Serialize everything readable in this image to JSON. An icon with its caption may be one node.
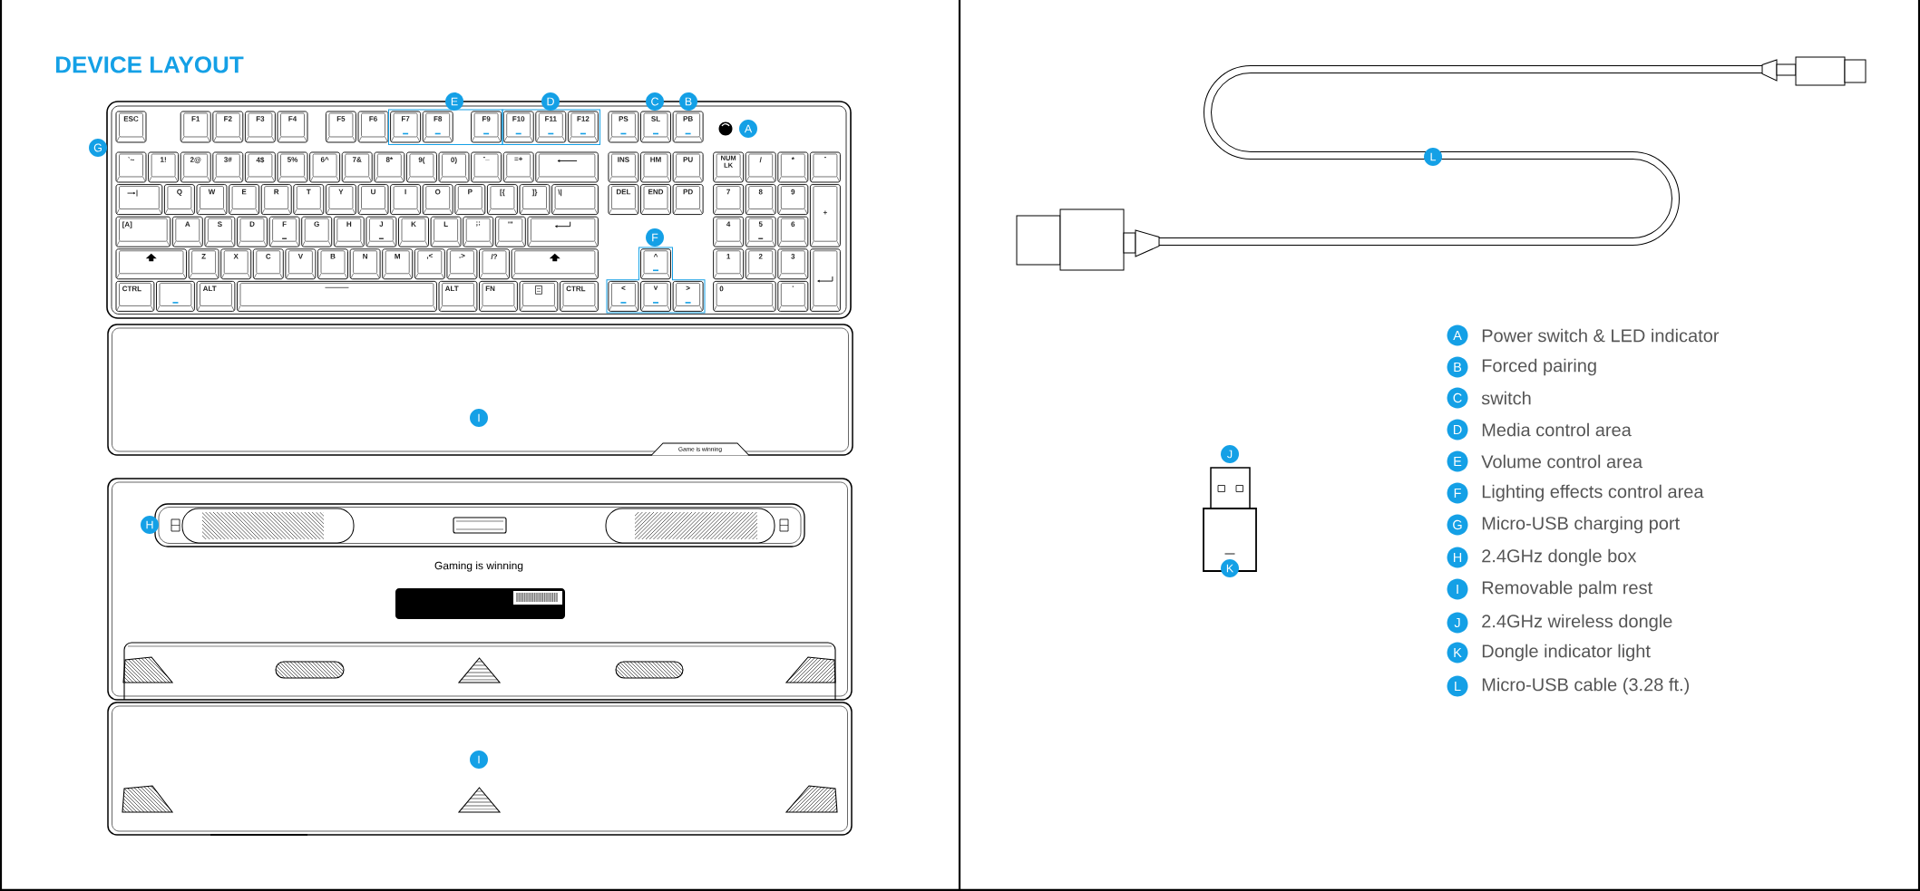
{
  "diagram": {
    "title": "DEVICE LAYOUT",
    "nodes": [
      {
        "text": [
          "E"
        ]
      },
      {
        "text": [
          "D"
        ]
      },
      {
        "text": [
          "C"
        ]
      },
      {
        "text": [
          "B"
        ]
      },
      {
        "text": [
          "A"
        ]
      },
      {
        "text": [
          "G"
        ]
      },
      {
        "text": [
          "F"
        ]
      },
      {
        "text": [
          "I"
        ]
      },
      {
        "text": [
          "H"
        ]
      },
      {
        "text": [
          "I"
        ]
      },
      {
        "text": [
          "L"
        ]
      },
      {
        "text": [
          "J"
        ]
      },
      {
        "text": [
          "K"
        ]
      },
      {
        "text": [
          "A"
        ],
        "beside": [
          "Power switch & LED indicator"
        ]
      },
      {
        "text": [
          "B"
        ],
        "beside": [
          "Forced pairing"
        ]
      },
      {
        "text": [
          "C"
        ],
        "beside": [
          "switch"
        ]
      },
      {
        "text": [
          "D"
        ],
        "beside": [
          "Media control area"
        ]
      },
      {
        "text": [
          "E"
        ],
        "beside": [
          "Volume control area"
        ]
      },
      {
        "text": [
          "F"
        ],
        "beside": [
          "Lighting effects control area"
        ]
      },
      {
        "text": [
          "G"
        ],
        "beside": [
          "Micro-USB charging port"
        ]
      },
      {
        "text": [
          "H"
        ],
        "beside": [
          "2.4GHz dongle box"
        ]
      },
      {
        "text": [
          "I"
        ],
        "beside": [
          "Removable palm rest"
        ]
      },
      {
        "text": [
          "J"
        ],
        "beside": [
          "2.4GHz wireless dongle"
        ]
      },
      {
        "text": [
          "K"
        ],
        "beside": [
          "Dongle indicator light"
        ]
      },
      {
        "text": [
          "L"
        ],
        "beside": [
          "Micro-USB cable (3.28 ft.)"
        ]
      }
    ],
    "labels": [
      "ESC",
      "F1",
      "F2",
      "F3",
      "F4",
      "F5",
      "F6",
      "F7",
      "F8",
      "F9",
      "F10",
      "F11",
      "F12",
      "PS",
      "SL",
      "PB",
      "`~",
      "1!",
      "2@",
      "3#",
      "4$",
      "5%",
      "6^",
      "7&",
      "8*",
      "9(",
      "0)",
      "-_",
      "=+",
      "INS",
      "HM",
      "PU",
      "NUM LK",
      "/",
      "*",
      "-",
      "Q",
      "W",
      "E",
      "R",
      "T",
      "Y",
      "U",
      "I",
      "O",
      "P",
      "[{",
      "]}",
      "\\|",
      "DEL",
      "END",
      "PD",
      "7",
      "8",
      "9",
      "+",
      "[A]",
      "A",
      "S",
      "D",
      "F",
      "G",
      "H",
      "J",
      "K",
      "L",
      ";:",
      "'\"",
      "4",
      "5",
      "6",
      "Z",
      "X",
      "C",
      "V",
      "B",
      "N",
      "M",
      ",<",
      ".>",
      "/?",
      "^",
      "1",
      "2",
      "3",
      "CTRL",
      "ALT",
      "ALT",
      "FN",
      "CTRL",
      "<",
      "v",
      ">",
      "0",
      ".",
      "Game is winning",
      "Gaming is winning"
    ]
  }
}
